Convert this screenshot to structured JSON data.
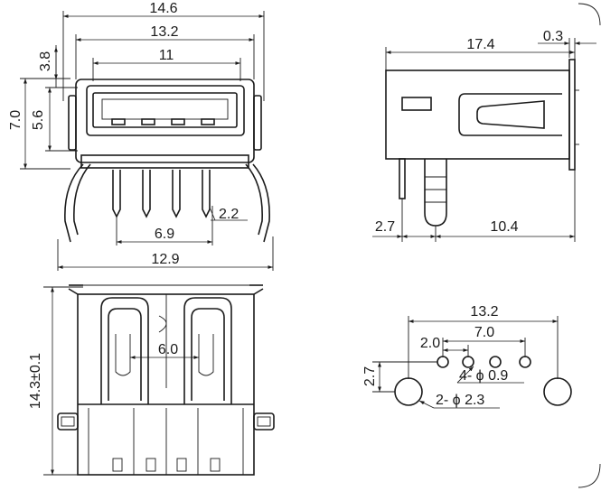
{
  "drawing": {
    "front_view": {
      "overall_width": "14.6",
      "flange_width": "13.2",
      "port_width": "11",
      "top_offset": "3.8",
      "overall_height": "7.0",
      "port_height": "5.6",
      "pin_offset": "2.2",
      "pin_span": "6.9",
      "leg_span": "12.9"
    },
    "side_view": {
      "length": "17.4",
      "flange_thickness": "0.3",
      "pin_offset": "2.7",
      "pin_to_rear": "10.4"
    },
    "top_view": {
      "length": "14.3±0.1",
      "slot_gap": "6.0"
    },
    "pcb_layout": {
      "mount_span": "13.2",
      "pin_span": "7.0",
      "pin_pitch": "2.0",
      "row_offset": "2.7",
      "signal_holes": "4- ϕ 0.9",
      "mount_holes": "2- ϕ 2.3"
    }
  },
  "colors": {
    "line": "#1a1a1a",
    "background": "#ffffff"
  }
}
